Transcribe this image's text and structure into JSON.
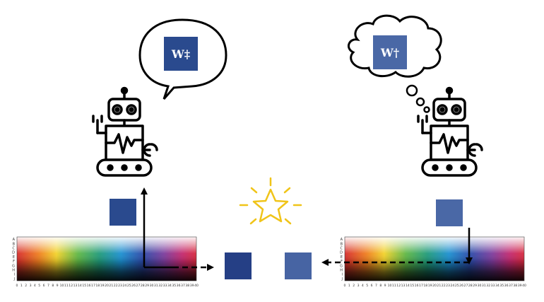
{
  "left_agent": {
    "speech_text": "W‡",
    "held_color": "#2a4a8e",
    "target_color": "#253f85"
  },
  "right_agent": {
    "thought_text": "W†",
    "held_color": "#4a68a6",
    "target_color": "#4764a3"
  },
  "star_color": "#f0c419",
  "grid": {
    "row_labels": [
      "A",
      "B",
      "C",
      "D",
      "E",
      "F",
      "G",
      "H",
      "I",
      "J"
    ],
    "column_labels": [
      "0",
      "1",
      "2",
      "3",
      "4",
      "5",
      "6",
      "7",
      "8",
      "9",
      "10",
      "11",
      "12",
      "13",
      "14",
      "15",
      "16",
      "17",
      "18",
      "19",
      "20",
      "21",
      "22",
      "23",
      "24",
      "25",
      "26",
      "27",
      "28",
      "29",
      "30",
      "31",
      "32",
      "33",
      "34",
      "35",
      "36",
      "37",
      "38",
      "39",
      "40"
    ]
  }
}
